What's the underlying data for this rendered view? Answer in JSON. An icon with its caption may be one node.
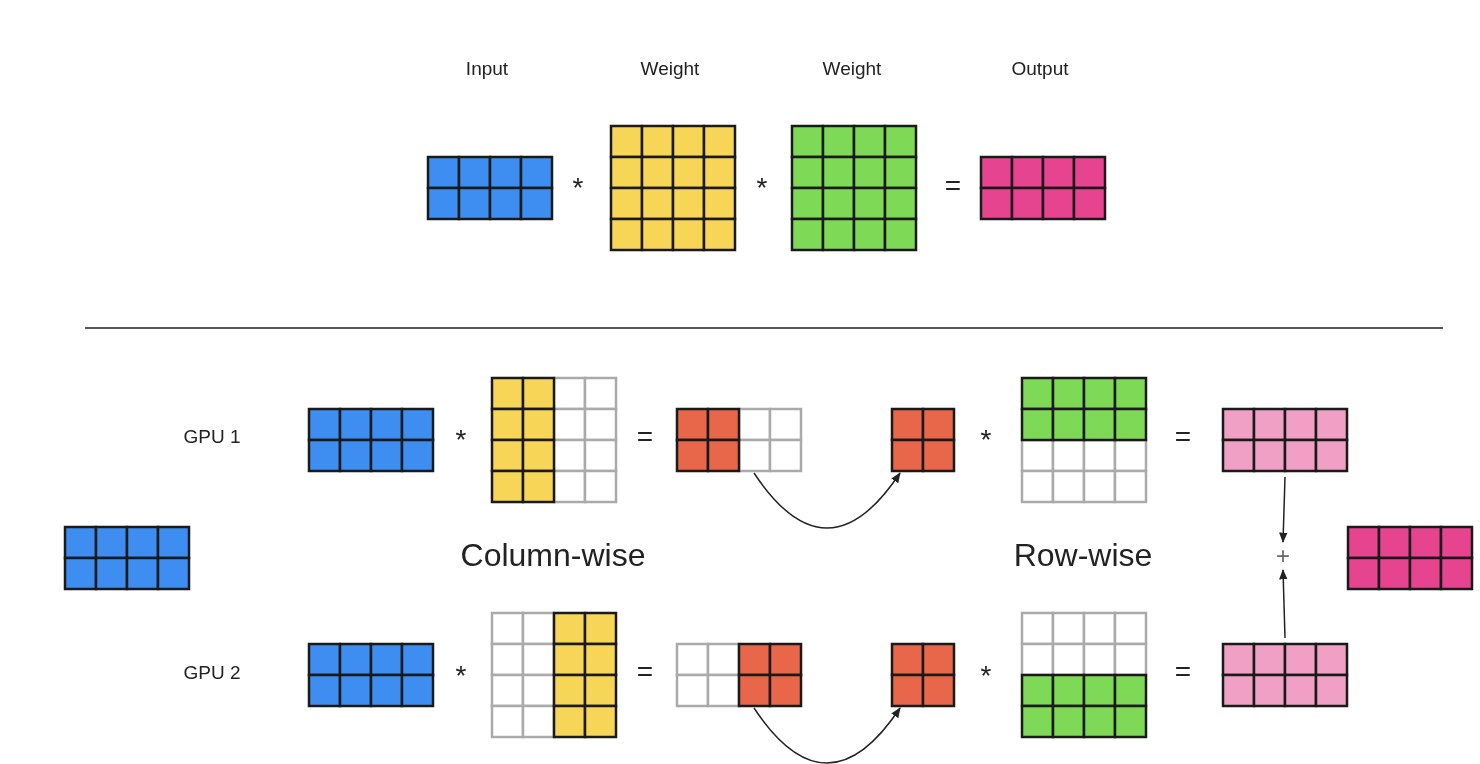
{
  "diagram": {
    "nodes": [
      {
        "text": [],
        "shape": "grid"
      },
      {
        "text": [],
        "shape": "grid"
      },
      {
        "text": [],
        "shape": "grid"
      },
      {
        "text": [
          "+"
        ]
      },
      {
        "text": [],
        "shape": "grid"
      },
      {
        "text": [],
        "shape": "grid"
      },
      {
        "text": [],
        "shape": "grid"
      }
    ],
    "edges": [
      {
        "from": 0,
        "to": 1,
        "arrow": "to"
      },
      {
        "from": 2,
        "to": 3,
        "arrow": "to"
      },
      {
        "from": 4,
        "to": 5,
        "arrow": "to"
      },
      {
        "from": 6,
        "to": 3,
        "arrow": "to"
      }
    ],
    "labels": [
      "Input",
      "Weight",
      "Weight",
      "Output",
      "*",
      "*",
      "=",
      "GPU 1",
      "*",
      "=",
      "*",
      "=",
      "Column-wise",
      "Row-wise",
      "GPU 2",
      "*",
      "=",
      "*",
      "="
    ]
  }
}
